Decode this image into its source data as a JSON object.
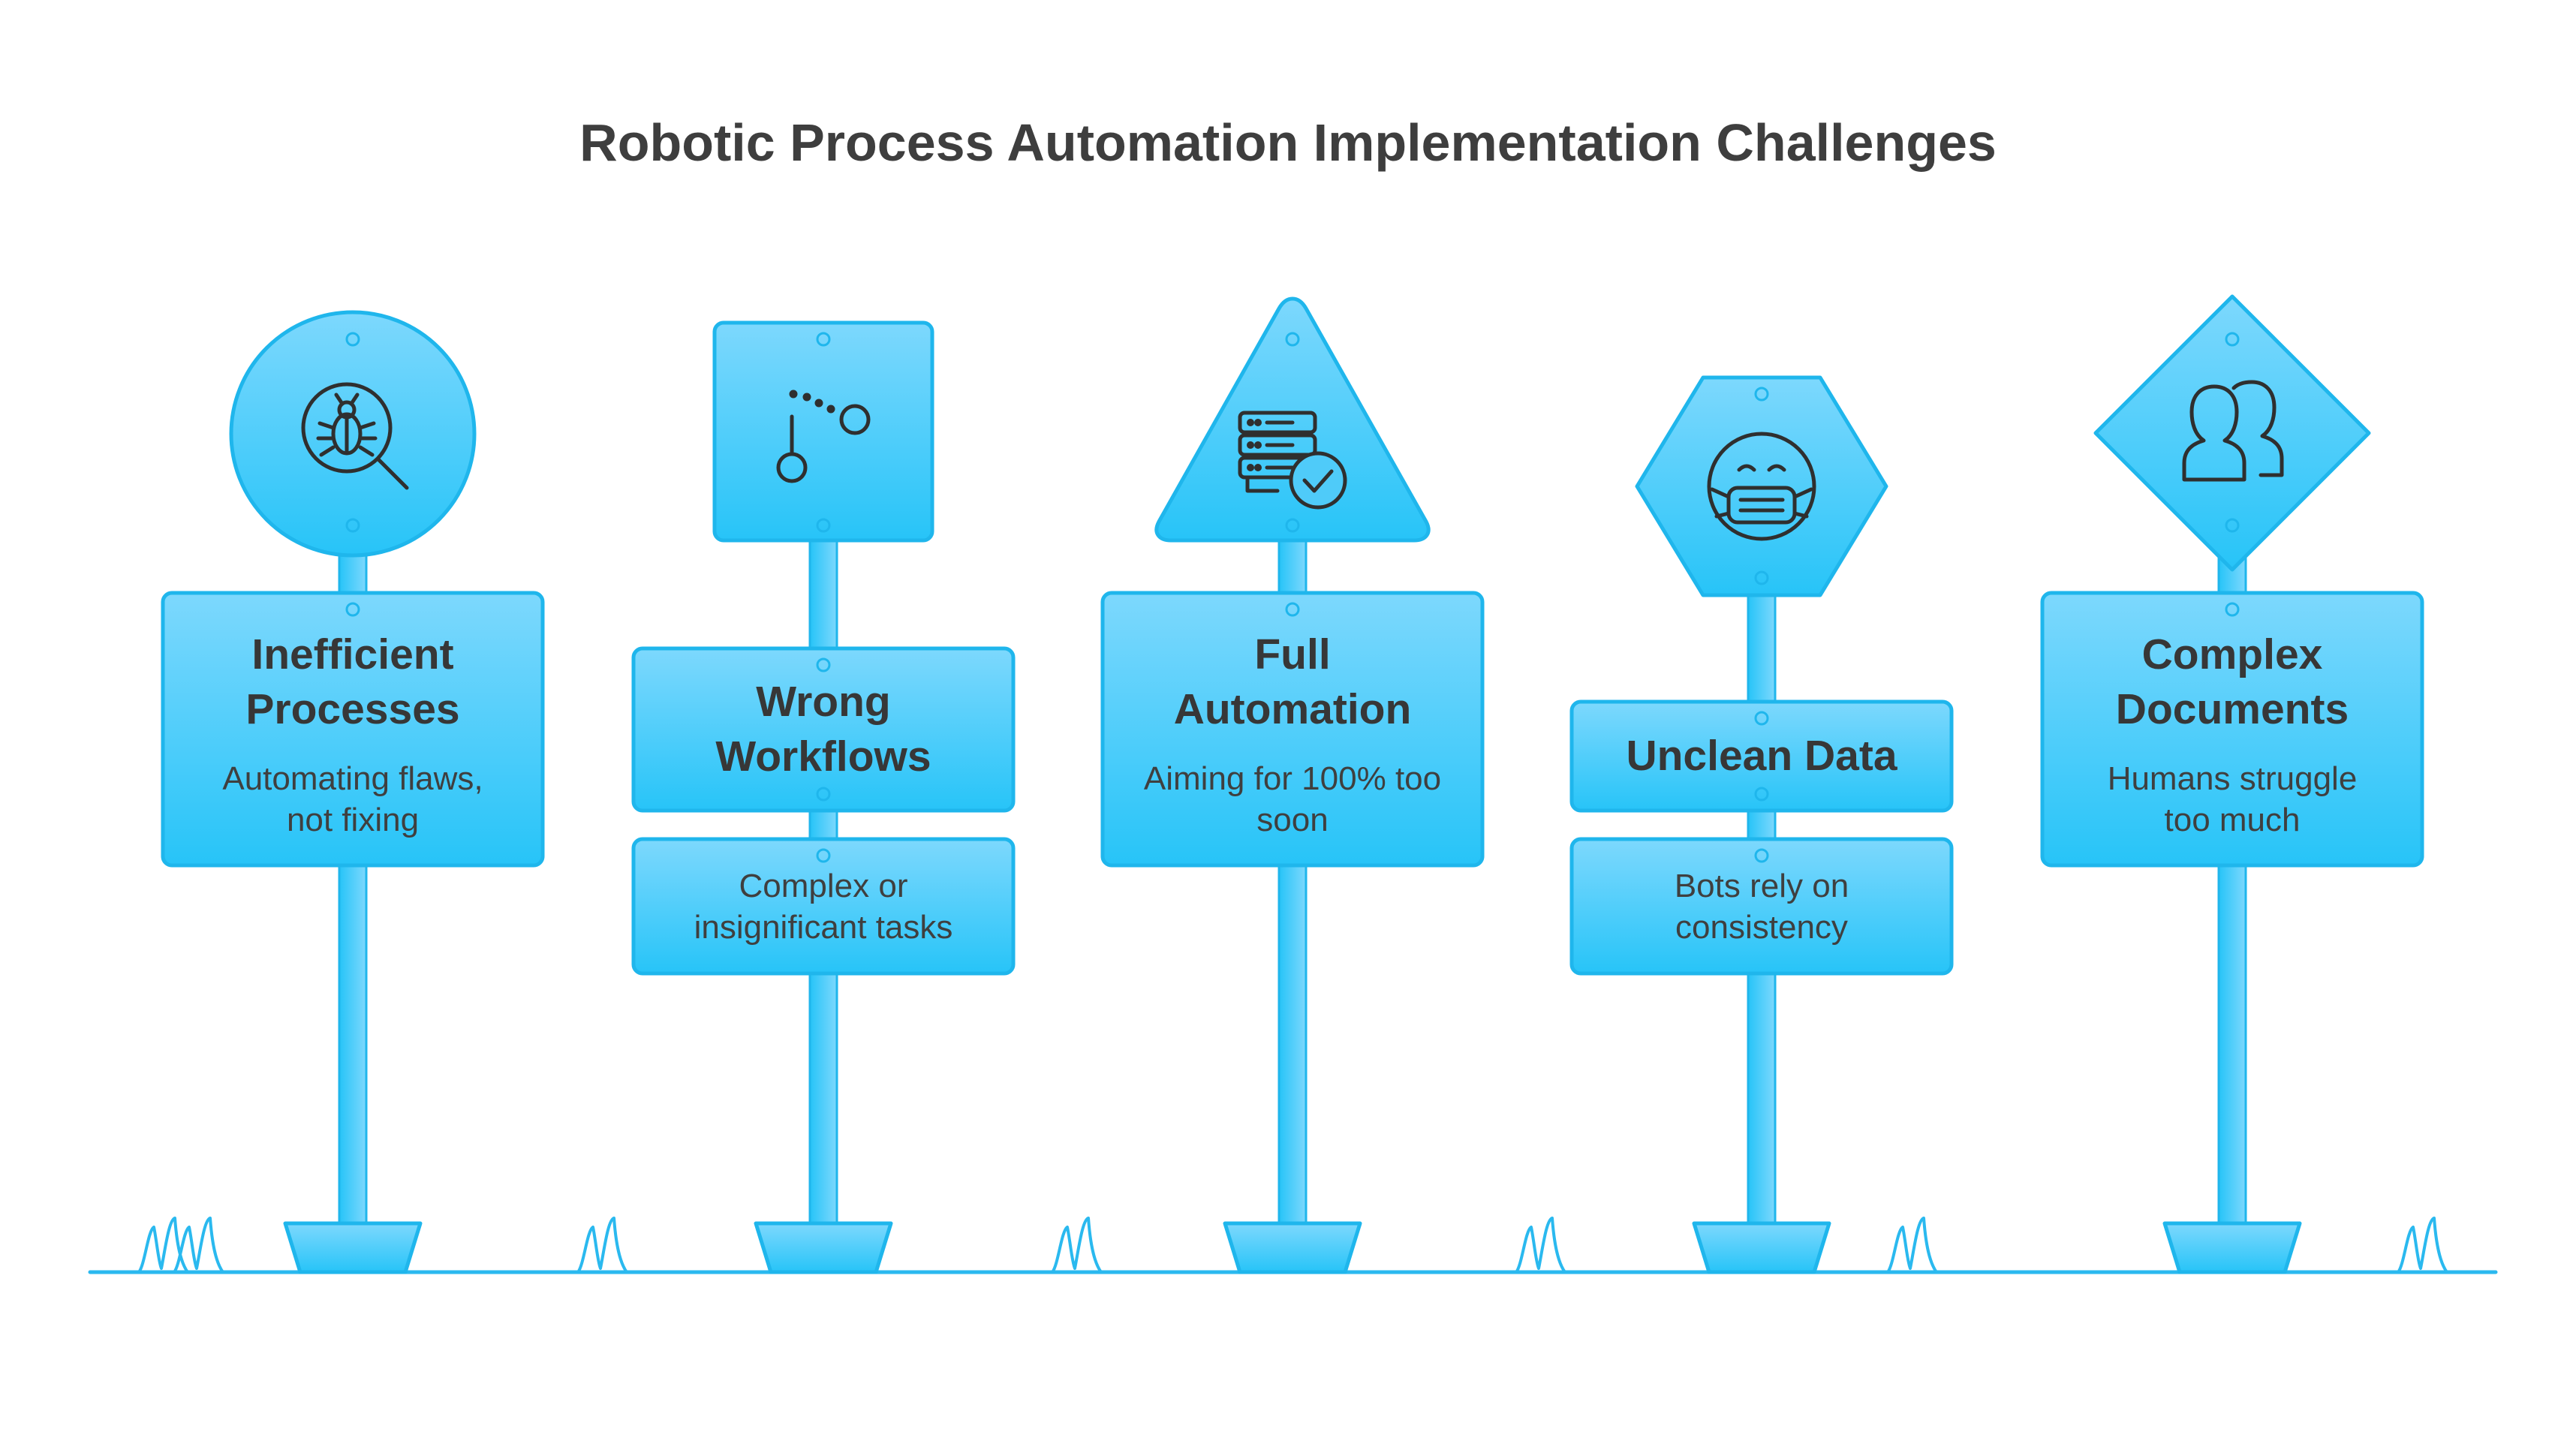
{
  "title": "Robotic Process Automation Implementation Challenges",
  "colors": {
    "sign_top": "#7dd8fd",
    "sign_bottom": "#27c4f8",
    "outline": "#1fb6ec",
    "icon": "#2f2f2f",
    "text": "#3a3a3a",
    "ground": "#2ab9ef"
  },
  "signs": [
    {
      "shape": "circle",
      "icon": "bug-magnifier-icon",
      "heading": [
        "Inefficient",
        "Processes"
      ],
      "description": [
        "Automating flaws,",
        "not fixing"
      ]
    },
    {
      "shape": "square",
      "icon": "workflow-path-icon",
      "heading": [
        "Wrong",
        "Workflows"
      ],
      "description": [
        "Complex or",
        "insignificant tasks"
      ]
    },
    {
      "shape": "triangle",
      "icon": "server-check-icon",
      "heading": [
        "Full",
        "Automation"
      ],
      "description": [
        "Aiming for 100% too",
        "soon"
      ]
    },
    {
      "shape": "hexagon",
      "icon": "masked-face-icon",
      "heading": [
        "Unclean Data"
      ],
      "description": [
        "Bots rely on",
        "consistency"
      ]
    },
    {
      "shape": "diamond",
      "icon": "users-icon",
      "heading": [
        "Complex",
        "Documents"
      ],
      "description": [
        "Humans struggle",
        "too much"
      ]
    }
  ]
}
